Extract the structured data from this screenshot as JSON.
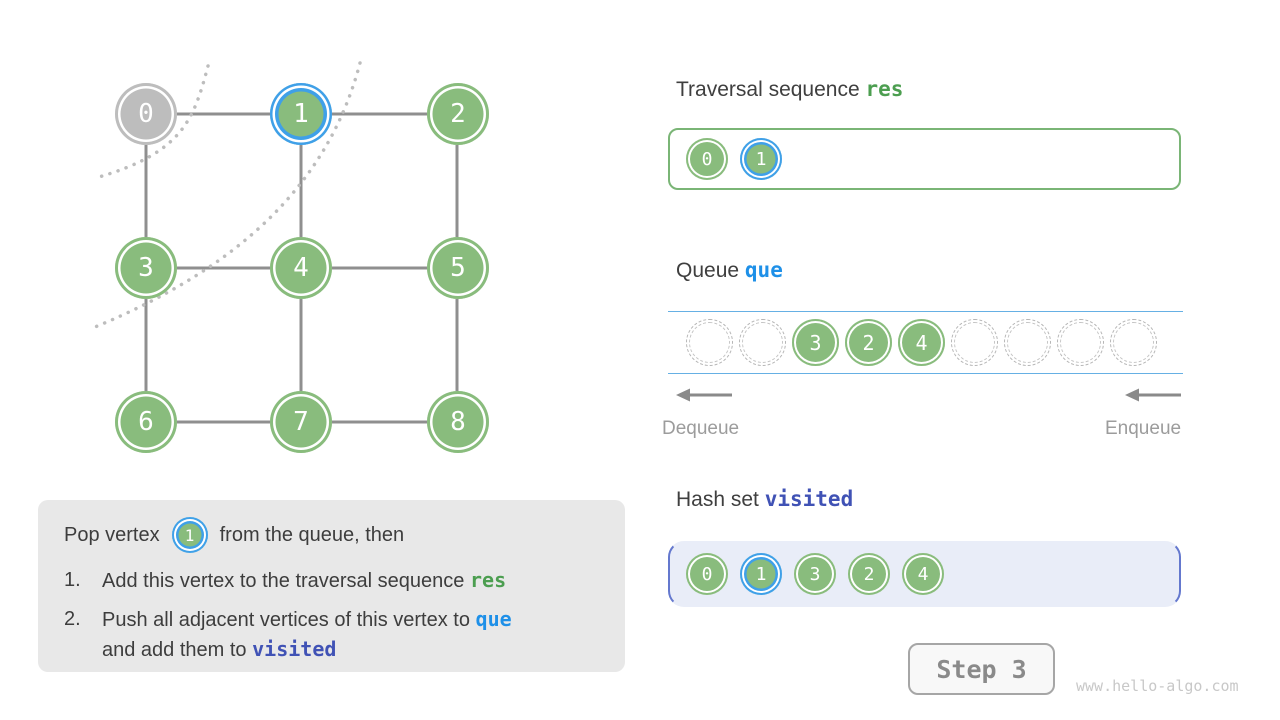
{
  "graph": {
    "nodes": [
      {
        "label": "0",
        "state": "popped"
      },
      {
        "label": "1",
        "state": "current"
      },
      {
        "label": "2",
        "state": "green"
      },
      {
        "label": "3",
        "state": "green"
      },
      {
        "label": "4",
        "state": "green"
      },
      {
        "label": "5",
        "state": "green"
      },
      {
        "label": "6",
        "state": "green"
      },
      {
        "label": "7",
        "state": "green"
      },
      {
        "label": "8",
        "state": "green"
      }
    ],
    "edges": [
      [
        "0",
        "1"
      ],
      [
        "1",
        "2"
      ],
      [
        "3",
        "4"
      ],
      [
        "4",
        "5"
      ],
      [
        "6",
        "7"
      ],
      [
        "7",
        "8"
      ],
      [
        "0",
        "3"
      ],
      [
        "3",
        "6"
      ],
      [
        "1",
        "4"
      ],
      [
        "4",
        "7"
      ],
      [
        "2",
        "5"
      ],
      [
        "5",
        "8"
      ]
    ]
  },
  "instruction": {
    "line1_prefix": "Pop vertex",
    "line1_vertex": "1",
    "line1_suffix": "from the queue, then",
    "items": [
      {
        "num": "1.",
        "text": "Add this vertex to the traversal sequence",
        "code": "res"
      },
      {
        "num": "2.",
        "text": "Push all adjacent vertices of this vertex to",
        "code": "que",
        "text2": "and add them to",
        "code2": "visited"
      }
    ]
  },
  "traversal": {
    "title": "Traversal sequence",
    "code": "res",
    "values": [
      {
        "label": "0",
        "state": "visited"
      },
      {
        "label": "1",
        "state": "current"
      }
    ]
  },
  "queue": {
    "title": "Queue",
    "code": "que",
    "slots": [
      "",
      "",
      "3",
      "2",
      "4",
      "",
      "",
      "",
      ""
    ],
    "dequeue_label": "Dequeue",
    "enqueue_label": "Enqueue"
  },
  "hashset": {
    "title": "Hash set",
    "code": "visited",
    "values": [
      {
        "label": "0",
        "state": "visited"
      },
      {
        "label": "1",
        "state": "current"
      },
      {
        "label": "3",
        "state": "visited"
      },
      {
        "label": "2",
        "state": "visited"
      },
      {
        "label": "4",
        "state": "visited"
      }
    ]
  },
  "step": {
    "label": "Step 3"
  },
  "site": {
    "watermark": "www.hello-algo.com"
  },
  "colors": {
    "node_green": "#89BC7D",
    "node_gray": "#BDBDBD",
    "highlight_blue": "#3FA0E8",
    "res_green": "#4C9E50",
    "que_blue": "#1E90E8",
    "visited_indigo": "#4052B5",
    "edge_gray": "#8F8F8F"
  }
}
